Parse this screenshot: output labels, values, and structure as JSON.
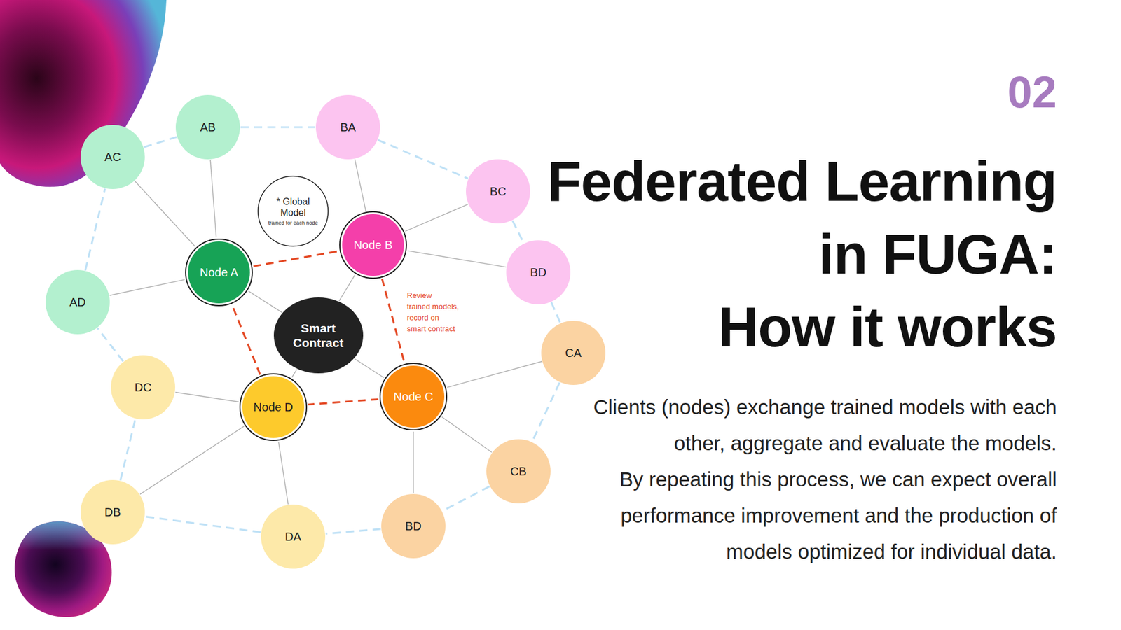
{
  "diagram": {
    "title": "Federated Learning in FUGA: How it works",
    "caption": "Clients (nodes) exchange trained models with each other, aggregate and evaluate the models. By repeating this process, we can expect overall performance improvement and the production of models optimized for individual data.",
    "nodes": [
      {
        "text": [
          "AC"
        ]
      },
      {
        "text": [
          "AB"
        ]
      },
      {
        "text": [
          "BA"
        ]
      },
      {
        "text": [
          "BC"
        ]
      },
      {
        "text": [
          "AD"
        ]
      },
      {
        "text": [
          "Node A"
        ]
      },
      {
        "text": [
          "* Global Model",
          "trained for each node"
        ]
      },
      {
        "text": [
          "Node B"
        ]
      },
      {
        "text": [
          "BD"
        ]
      },
      {
        "text": [
          "Smart Contract"
        ]
      },
      {
        "text": [
          "CA"
        ]
      },
      {
        "text": [
          "DC"
        ]
      },
      {
        "text": [
          "Node D"
        ]
      },
      {
        "text": [
          "Node C"
        ]
      },
      {
        "text": [
          "CB"
        ]
      },
      {
        "text": [
          "DB"
        ]
      },
      {
        "text": [
          "DA"
        ]
      },
      {
        "text": [
          "BD"
        ]
      }
    ],
    "edges": [
      {
        "from": 0,
        "to": 5,
        "arrow": "none"
      },
      {
        "from": 1,
        "to": 5,
        "arrow": "none"
      },
      {
        "from": 4,
        "to": 5,
        "arrow": "none"
      },
      {
        "from": 2,
        "to": 7,
        "arrow": "none"
      },
      {
        "from": 3,
        "to": 7,
        "arrow": "none"
      },
      {
        "from": 8,
        "to": 7,
        "arrow": "none"
      },
      {
        "from": 10,
        "to": 13,
        "arrow": "none"
      },
      {
        "from": 14,
        "to": 13,
        "arrow": "none"
      },
      {
        "from": 17,
        "to": 13,
        "arrow": "none"
      },
      {
        "from": 11,
        "to": 12,
        "arrow": "none"
      },
      {
        "from": 15,
        "to": 12,
        "arrow": "none"
      },
      {
        "from": 16,
        "to": 12,
        "arrow": "none"
      },
      {
        "from": 9,
        "to": 5,
        "arrow": "none"
      },
      {
        "from": 9,
        "to": 7,
        "arrow": "none"
      },
      {
        "from": 9,
        "to": 13,
        "arrow": "none"
      },
      {
        "from": 9,
        "to": 12,
        "arrow": "none"
      },
      {
        "from": 5,
        "to": 7,
        "arrow": "none"
      },
      {
        "from": 7,
        "to": 13,
        "arrow": "none"
      },
      {
        "from": 13,
        "to": 12,
        "arrow": "none"
      },
      {
        "from": 12,
        "to": 5,
        "arrow": "none"
      },
      {
        "from": 0,
        "to": 1,
        "arrow": "none"
      },
      {
        "from": 1,
        "to": 2,
        "arrow": "none"
      },
      {
        "from": 2,
        "to": 3,
        "arrow": "none"
      },
      {
        "from": 3,
        "to": 8,
        "arrow": "none"
      },
      {
        "from": 8,
        "to": 10,
        "arrow": "none"
      },
      {
        "from": 10,
        "to": 14,
        "arrow": "none"
      },
      {
        "from": 14,
        "to": 17,
        "arrow": "none"
      },
      {
        "from": 17,
        "to": 16,
        "arrow": "none"
      },
      {
        "from": 16,
        "to": 15,
        "arrow": "none"
      },
      {
        "from": 15,
        "to": 11,
        "arrow": "none"
      },
      {
        "from": 11,
        "to": 4,
        "arrow": "none"
      },
      {
        "from": 4,
        "to": 0,
        "arrow": "none"
      }
    ],
    "labels": [
      "02",
      "Review trained models, record on smart contract"
    ]
  }
}
